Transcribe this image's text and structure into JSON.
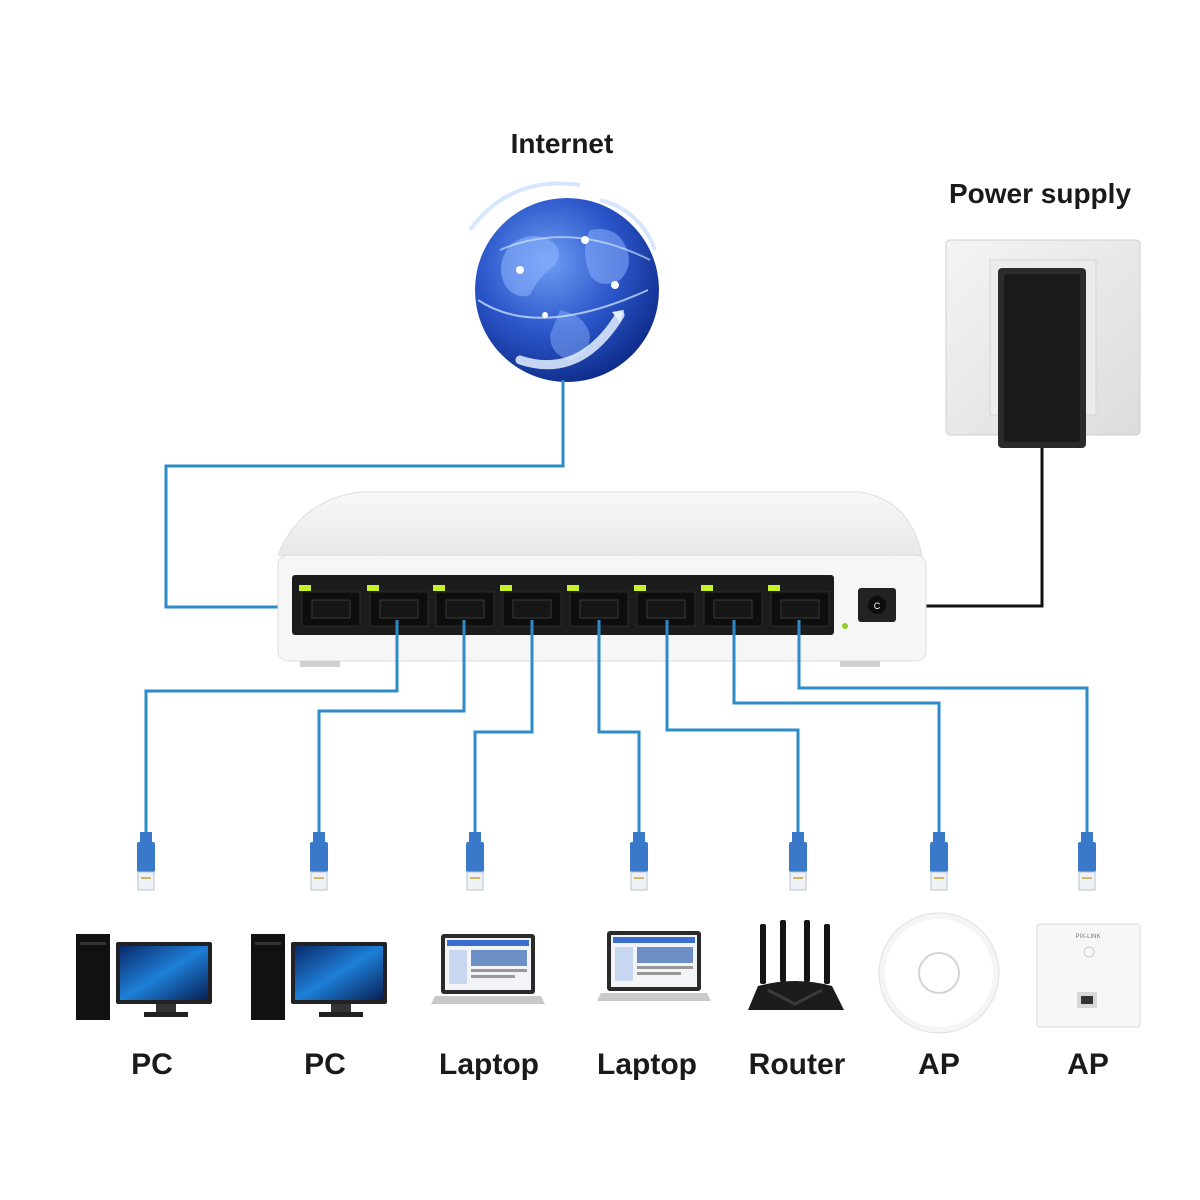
{
  "title_internet": "Internet",
  "title_power": "Power supply",
  "wall_plate_brand": "PIX-LINK",
  "devices": [
    {
      "label": "PC",
      "icon": "pc-icon"
    },
    {
      "label": "PC",
      "icon": "pc-icon"
    },
    {
      "label": "Laptop",
      "icon": "laptop-icon"
    },
    {
      "label": "Laptop",
      "icon": "laptop-icon"
    },
    {
      "label": "Router",
      "icon": "router-icon"
    },
    {
      "label": "AP",
      "icon": "ceiling-ap-icon"
    },
    {
      "label": "AP",
      "icon": "wall-ap-icon"
    }
  ],
  "colors": {
    "cable": "#2d8bc7",
    "connector": "#3a78c9",
    "port_led": "#c8f02a",
    "switch_body": "#f3f3f3",
    "globe": "#2a55c9"
  }
}
